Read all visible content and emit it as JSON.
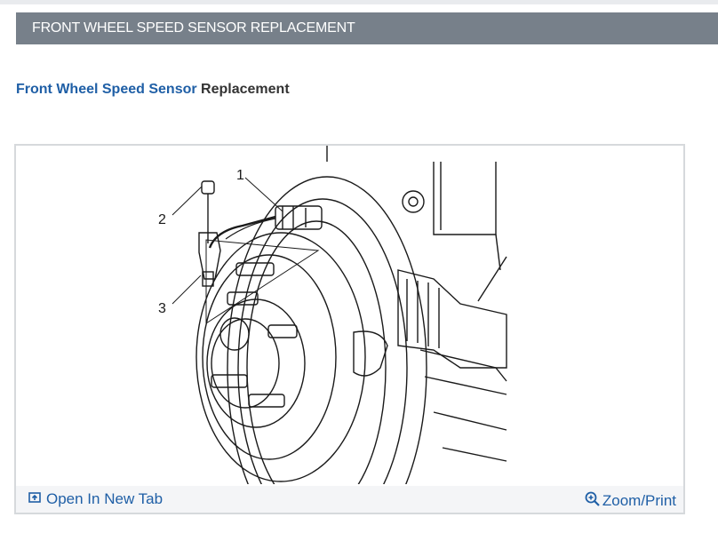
{
  "header": {
    "title": "FRONT WHEEL SPEED SENSOR REPLACEMENT"
  },
  "subtitle": {
    "link_text": "Front Wheel Speed Sensor",
    "rest_text": "Replacement"
  },
  "figure": {
    "callouts": [
      "1",
      "2",
      "3"
    ]
  },
  "footer": {
    "open_tab_label": "Open In New Tab",
    "zoom_label": "Zoom/Print",
    "open_tab_icon": "open-new-tab-icon",
    "zoom_icon": "zoom-in-icon"
  },
  "colors": {
    "header_bg": "#77808a",
    "link": "#1f5fa6",
    "footer_bg": "#f4f5f7"
  }
}
